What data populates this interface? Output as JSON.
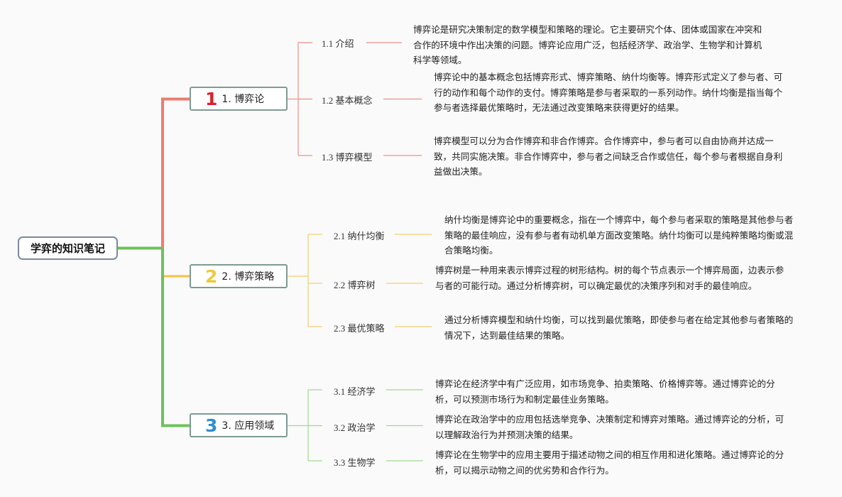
{
  "root": "学弈的知识笔记",
  "branches": [
    {
      "number": "1",
      "label": "1. 博弈论",
      "color": "#ef7b6f",
      "items": [
        {
          "label": "1.1 介绍",
          "text": "博弈论是研究决策制定的数学模型和策略的理论。它主要研究个体、团体或国家在冲突和合作的环境中作出决策的问题。博弈论应用广泛，包括经济学、政治学、生物学和计算机科学等领域。"
        },
        {
          "label": "1.2 基本概念",
          "text": "博弈论中的基本概念包括博弈形式、博弈策略、纳什均衡等。博弈形式定义了参与者、可行的动作和每个动作的支付。博弈策略是参与者采取的一系列动作。纳什均衡是指当每个参与者选择最优策略时，无法通过改变策略来获得更好的结果。"
        },
        {
          "label": "1.3 博弈模型",
          "text": "博弈模型可以分为合作博弈和非合作博弈。合作博弈中，参与者可以自由协商并达成一致，共同实施决策。非合作博弈中，参与者之间缺乏合作或信任，每个参与者根据自身利益做出决策。"
        }
      ]
    },
    {
      "number": "2",
      "label": "2. 博弈策略",
      "color": "#f5c242",
      "items": [
        {
          "label": "2.1 纳什均衡",
          "text": "纳什均衡是博弈论中的重要概念，指在一个博弈中，每个参与者采取的策略是其他参与者策略的最佳响应，没有参与者有动机单方面改变策略。纳什均衡可以是纯粹策略均衡或混合策略均衡。"
        },
        {
          "label": "2.2 博弈树",
          "text": "博弈树是一种用来表示博弈过程的树形结构。树的每个节点表示一个博弈局面，边表示参与者的可能行动。通过分析博弈树，可以确定最优的决策序列和对手的最佳响应。"
        },
        {
          "label": "2.3 最优策略",
          "text": "通过分析博弈模型和纳什均衡，可以找到最优策略，即使参与者在给定其他参与者策略的情况下，达到最佳结果的策略。"
        }
      ]
    },
    {
      "number": "3",
      "label": "3. 应用领域",
      "color": "#6cc25a",
      "items": [
        {
          "label": "3.1 经济学",
          "text": "博弈论在经济学中有广泛应用，如市场竞争、拍卖策略、价格博弈等。通过博弈论的分析，可以预测市场行为和制定最佳业务策略。"
        },
        {
          "label": "3.2 政治学",
          "text": "博弈论在政治学中的应用包括选举竞争、决策制定和博弈对策略。通过博弈论的分析，可以理解政治行为并预测决策的结果。"
        },
        {
          "label": "3.3 生物学",
          "text": "博弈论在生物学中的应用主要用于描述动物之间的相互作用和进化策略。通过博弈论的分析，可以揭示动物之间的优劣势和合作行为。"
        }
      ]
    }
  ],
  "number_colors": [
    "#d8232f",
    "#f0c93a",
    "#2c8fd1"
  ]
}
